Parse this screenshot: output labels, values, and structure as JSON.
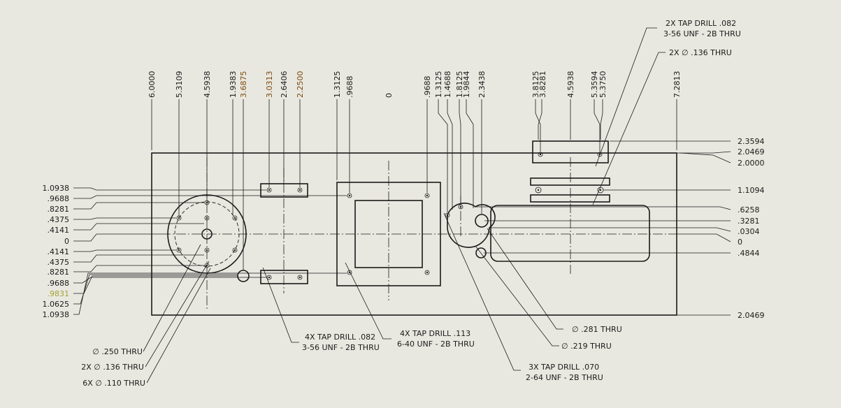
{
  "colors": {
    "background": "#e9e8e0",
    "line": "#1a1a1a",
    "accent_brown": "#7a4a10",
    "accent_olive": "#a3a33a"
  },
  "ordinates_top": {
    "d1": "6.0000",
    "d2": "5.3109",
    "d3": "4.5938",
    "d4": "1.9383",
    "d5": "3.6875",
    "d6": "3.0313",
    "d7": "2.6406",
    "d8": "2.2500",
    "d9": "1.3125",
    "d10": ".9688",
    "d11": "0",
    "d12": ".9688",
    "d13": "1.3125",
    "d14": "1.4688",
    "d15": "1.8125",
    "d16": "1.9844",
    "d17": "2.3438",
    "d18": "3.8125",
    "d19": "3.8281",
    "d20": "4.5938",
    "d21": "5.3594",
    "d22": "5.3750",
    "d23": "7.2813"
  },
  "ordinates_left": {
    "l1": "1.0938",
    "l2": ".9688",
    "l3": ".8281",
    "l4": ".4375",
    "l5": ".4141",
    "l6": "0",
    "l7": ".4141",
    "l8": ".4375",
    "l9": ".8281",
    "l10": ".9688",
    "l11": ".9831",
    "l12": "1.0625",
    "l13": "1.0938"
  },
  "ordinates_right": {
    "r1": "2.3594",
    "r2": "2.0469",
    "r3": "2.0000",
    "r4": "1.1094",
    "r5": ".6258",
    "r6": ".3281",
    "r7": ".0304",
    "r8": "0",
    "r9": ".4844",
    "r10": "2.0469"
  },
  "notes": {
    "tap_082_top_l1": "2X  TAP DRILL .082",
    "tap_082_top_l2": "3-56 UNF - 2B THRU",
    "thru_136_top": "2X  ∅ .136 THRU",
    "tap_082_bot_l1": "4X  TAP DRILL .082",
    "tap_082_bot_l2": "3-56 UNF - 2B THRU",
    "tap_113_l1": "4X  TAP DRILL .113",
    "tap_113_l2": "6-40 UNF - 2B THRU",
    "tap_070_l1": "3X  TAP DRILL .070",
    "tap_070_l2": "2-64 UNF - 2B THRU",
    "thru_281": "∅ .281 THRU",
    "thru_219": "∅ .219 THRU",
    "thru_250": "∅ .250 THRU",
    "thru_136_bot": "2X  ∅ .136 THRU",
    "thru_110": "6X  ∅ .110 THRU"
  }
}
